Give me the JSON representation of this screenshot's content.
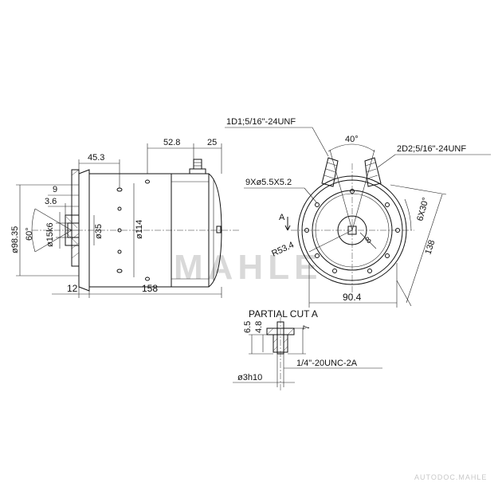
{
  "watermark": "MAHLE",
  "brand_mark": "AUTODOC.MAHLE",
  "side_view": {
    "dims": {
      "d_45_3": "45.3",
      "d_52_8": "52.8",
      "d_25": "25",
      "d_9": "9",
      "d_3_6": "3.6",
      "d_15k6": "ø15k6",
      "d_35": "ø35",
      "d_114": "ø114",
      "d_98_35": "ø98.35",
      "d_60": "60°",
      "d_12": "12",
      "d_158": "158"
    }
  },
  "front_view": {
    "terminal_1": "1D1;5/16\"-24UNF",
    "terminal_2": "2D2;5/16\"-24UNF",
    "holes": "9Xø5.5X5.2",
    "angle_40": "40°",
    "angle_6x30": "6X30°",
    "r53_4": "R53.4",
    "d_8": "8",
    "d_90_4": "90.4",
    "d_138": "138",
    "section_mark": "A"
  },
  "partial_cut": {
    "title": "PARTIAL CUT A",
    "d_6_5": "6.5",
    "d_4_8": "4.8",
    "d_7": "7",
    "thread": "1/4\"-20UNC-2A",
    "d_3h10": "ø3h10"
  }
}
